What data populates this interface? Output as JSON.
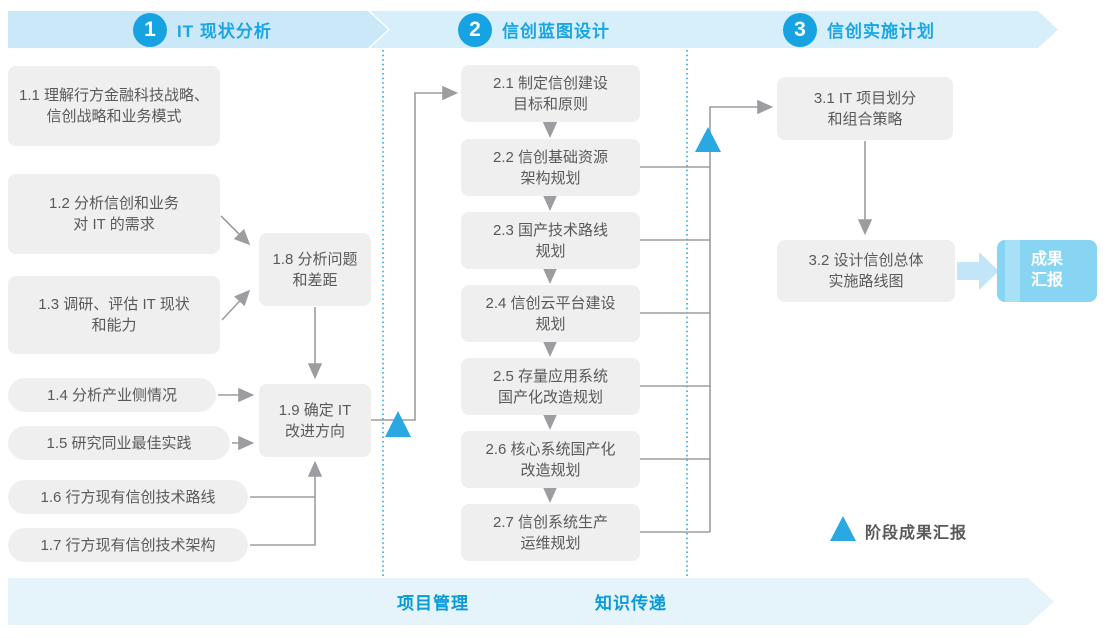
{
  "colors": {
    "banner1_bg": "#CBE8F8",
    "banner2_bg": "#D7EEFB",
    "banner3_bg": "#D7EEFB",
    "phase_circle_blue": "#17A2E2",
    "phase_title_blue": "#1BA6E3",
    "box_bg": "#EFEFEF",
    "box_text": "#58595B",
    "connector_gray": "#9B9DA0",
    "dotted_line_blue": "#2CA9E1",
    "milestone_triangle_blue": "#29A8E1",
    "result_box_bg": "#87D5F3",
    "fat_arrow_blue": "#C2E6F8",
    "bottom_banner_bg": "#E5F3FB",
    "bottom_text_blue": "#0A9BD7"
  },
  "phases": [
    {
      "num": "1",
      "title": "IT 现状分析"
    },
    {
      "num": "2",
      "title": "信创蓝图设计"
    },
    {
      "num": "3",
      "title": "信创实施计划"
    }
  ],
  "p1": [
    {
      "id": "1.1",
      "text": "1.1 理解行方金融科技战略、\n信创战略和业务模式"
    },
    {
      "id": "1.2",
      "text": "1.2 分析信创和业务\n对 IT 的需求"
    },
    {
      "id": "1.3",
      "text": "1.3 调研、评估 IT 现状\n和能力"
    },
    {
      "id": "1.4",
      "text": "1.4 分析产业侧情况"
    },
    {
      "id": "1.5",
      "text": "1.5 研究同业最佳实践"
    },
    {
      "id": "1.6",
      "text": "1.6 行方现有信创技术路线"
    },
    {
      "id": "1.7",
      "text": "1.7 行方现有信创技术架构"
    },
    {
      "id": "1.8",
      "text": "1.8 分析问题\n和差距"
    },
    {
      "id": "1.9",
      "text": "1.9 确定 IT\n改进方向"
    }
  ],
  "p2": [
    {
      "id": "2.1",
      "text": "2.1 制定信创建设\n目标和原则"
    },
    {
      "id": "2.2",
      "text": "2.2 信创基础资源\n架构规划"
    },
    {
      "id": "2.3",
      "text": "2.3 国产技术路线\n规划"
    },
    {
      "id": "2.4",
      "text": "2.4 信创云平台建设\n规划"
    },
    {
      "id": "2.5",
      "text": "2.5 存量应用系统\n国产化改造规划"
    },
    {
      "id": "2.6",
      "text": "2.6 核心系统国产化\n改造规划"
    },
    {
      "id": "2.7",
      "text": "2.7 信创系统生产\n运维规划"
    }
  ],
  "p3": [
    {
      "id": "3.1",
      "text": "3.1 IT 项目划分\n和组合策略"
    },
    {
      "id": "3.2",
      "text": "3.2 设计信创总体\n实施路线图"
    }
  ],
  "result_box": "成果\n汇报",
  "legend": "阶段成果汇报",
  "bottom": {
    "items": [
      "项目管理",
      "知识传递"
    ]
  }
}
